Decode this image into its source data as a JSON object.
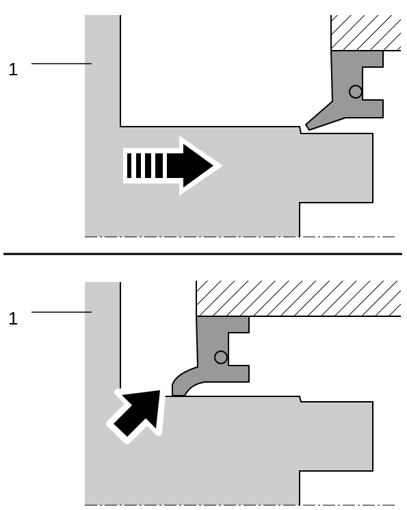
{
  "colors": {
    "shaft_fill": "#cdcdcd",
    "seal_fill": "#999999",
    "outline": "#000000",
    "background": "#ffffff",
    "arrow": "#000000"
  },
  "panels": [
    {
      "name": "top",
      "callout_label": "1",
      "arrow": "horizontal-striped-arrow-icon"
    },
    {
      "name": "bottom",
      "callout_label": "1",
      "arrow": "diagonal-arrow-icon"
    }
  ]
}
